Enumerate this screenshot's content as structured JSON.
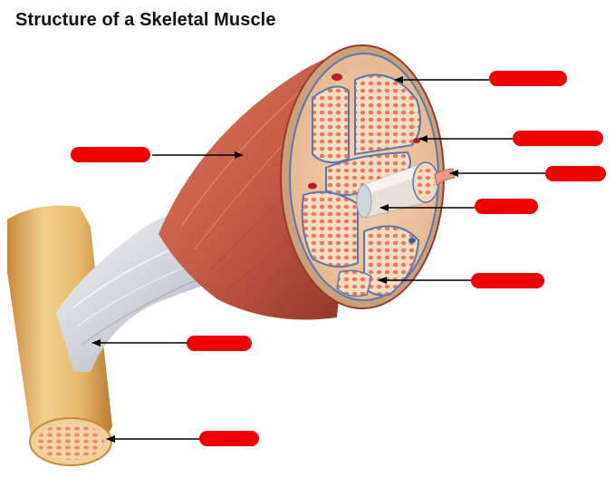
{
  "title": "Structure of a Skeletal Muscle",
  "colors": {
    "label_blank": "#ee0000",
    "arrow": "#000000",
    "muscle": "#c65a45",
    "muscle_dark": "#9a3a2c",
    "tendon": "#d6d8dc",
    "bone": "#e8b96a",
    "fascicle_fill": "#f0c29a",
    "fiber_dot": "#e8745a",
    "connective": "#5a78b0",
    "fiber_core": "#f2ece2"
  },
  "labels": [
    {
      "id": "epimysium",
      "text": ""
    },
    {
      "id": "perimysium",
      "text": ""
    },
    {
      "id": "muscle-fiber",
      "text": ""
    },
    {
      "id": "single-fiber",
      "text": ""
    },
    {
      "id": "fascicle",
      "text": ""
    },
    {
      "id": "muscle-belly",
      "text": ""
    },
    {
      "id": "tendon",
      "text": ""
    },
    {
      "id": "bone",
      "text": ""
    }
  ]
}
